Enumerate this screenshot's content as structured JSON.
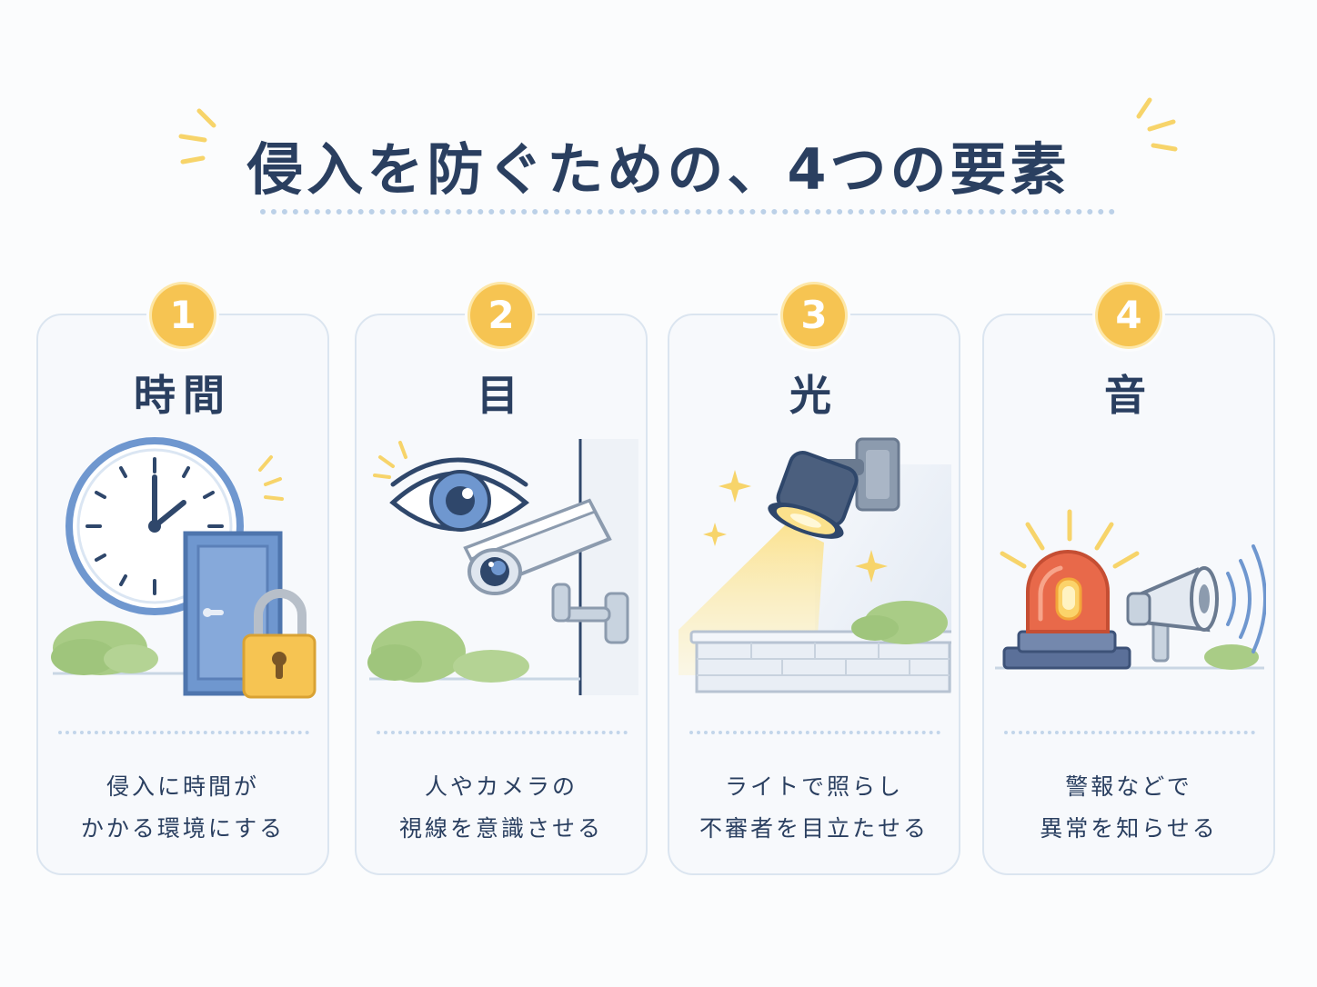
{
  "header": {
    "title": "侵入を防ぐための、4つの要素"
  },
  "cards": [
    {
      "number": "1",
      "title": "時間",
      "desc_line1": "侵入に時間が",
      "desc_line2": "かかる環境にする",
      "icon": "clock-door-lock-icon"
    },
    {
      "number": "2",
      "title": "目",
      "desc_line1": "人やカメラの",
      "desc_line2": "視線を意識させる",
      "icon": "eye-camera-icon"
    },
    {
      "number": "3",
      "title": "光",
      "desc_line1": "ライトで照らし",
      "desc_line2": "不審者を目立たせる",
      "icon": "spotlight-icon"
    },
    {
      "number": "4",
      "title": "音",
      "desc_line1": "警報などで",
      "desc_line2": "異常を知らせる",
      "icon": "alarm-megaphone-icon"
    }
  ],
  "colors": {
    "title": "#2a3f60",
    "badge": "#f6c452",
    "card_border": "#dbe5f0",
    "accent_blue": "#6f97cf",
    "bush_green": "#9fc57c"
  }
}
